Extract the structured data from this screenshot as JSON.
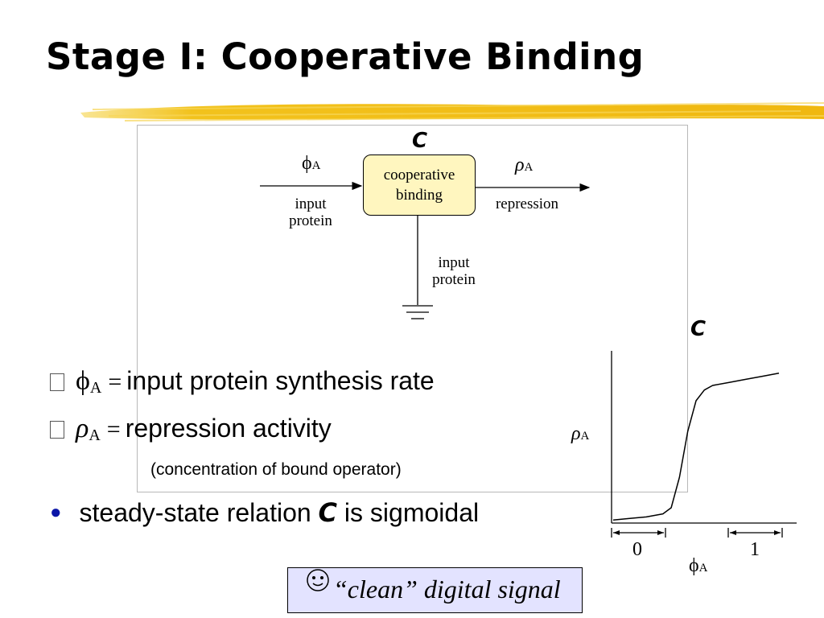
{
  "slide": {
    "title": "Stage I: Cooperative Binding"
  },
  "diagram": {
    "caption": "",
    "c_label": "C",
    "box_label": "cooperative\nbinding",
    "phi_symbol": "ϕ",
    "rho_symbol": "ρ",
    "subscript": "A",
    "input_left_label": "input\nprotein",
    "repression_label": "repression",
    "input_bottom_label": "input\nprotein"
  },
  "bullets": {
    "phi_symbol": "ϕ",
    "rho_symbol": "ρ",
    "subscript": "A",
    "equals": "=",
    "item1_text": "input protein synthesis rate",
    "item2_text": "repression activity",
    "note": "(concentration of bound operator)",
    "item3_prefix": "steady-state relation ",
    "item3_emph": "C",
    "item3_suffix": " is sigmoidal"
  },
  "callout": {
    "text": "“clean” digital signal",
    "icon": "smiley-face-icon"
  },
  "chart_data": {
    "type": "line",
    "title": "C",
    "xlabel": "ϕA",
    "ylabel": "ρA",
    "x_ticks": [
      "0",
      "1"
    ],
    "series": [
      {
        "x": [
          0.0,
          0.1,
          0.2,
          0.3,
          0.35,
          0.4,
          0.45,
          0.5,
          0.55,
          0.6,
          0.7,
          0.8,
          0.9,
          1.0
        ],
        "y": [
          0.02,
          0.03,
          0.04,
          0.06,
          0.1,
          0.3,
          0.6,
          0.8,
          0.87,
          0.9,
          0.92,
          0.94,
          0.96,
          0.98
        ]
      }
    ],
    "grid": false,
    "colors": {
      "line": "#000000"
    }
  }
}
